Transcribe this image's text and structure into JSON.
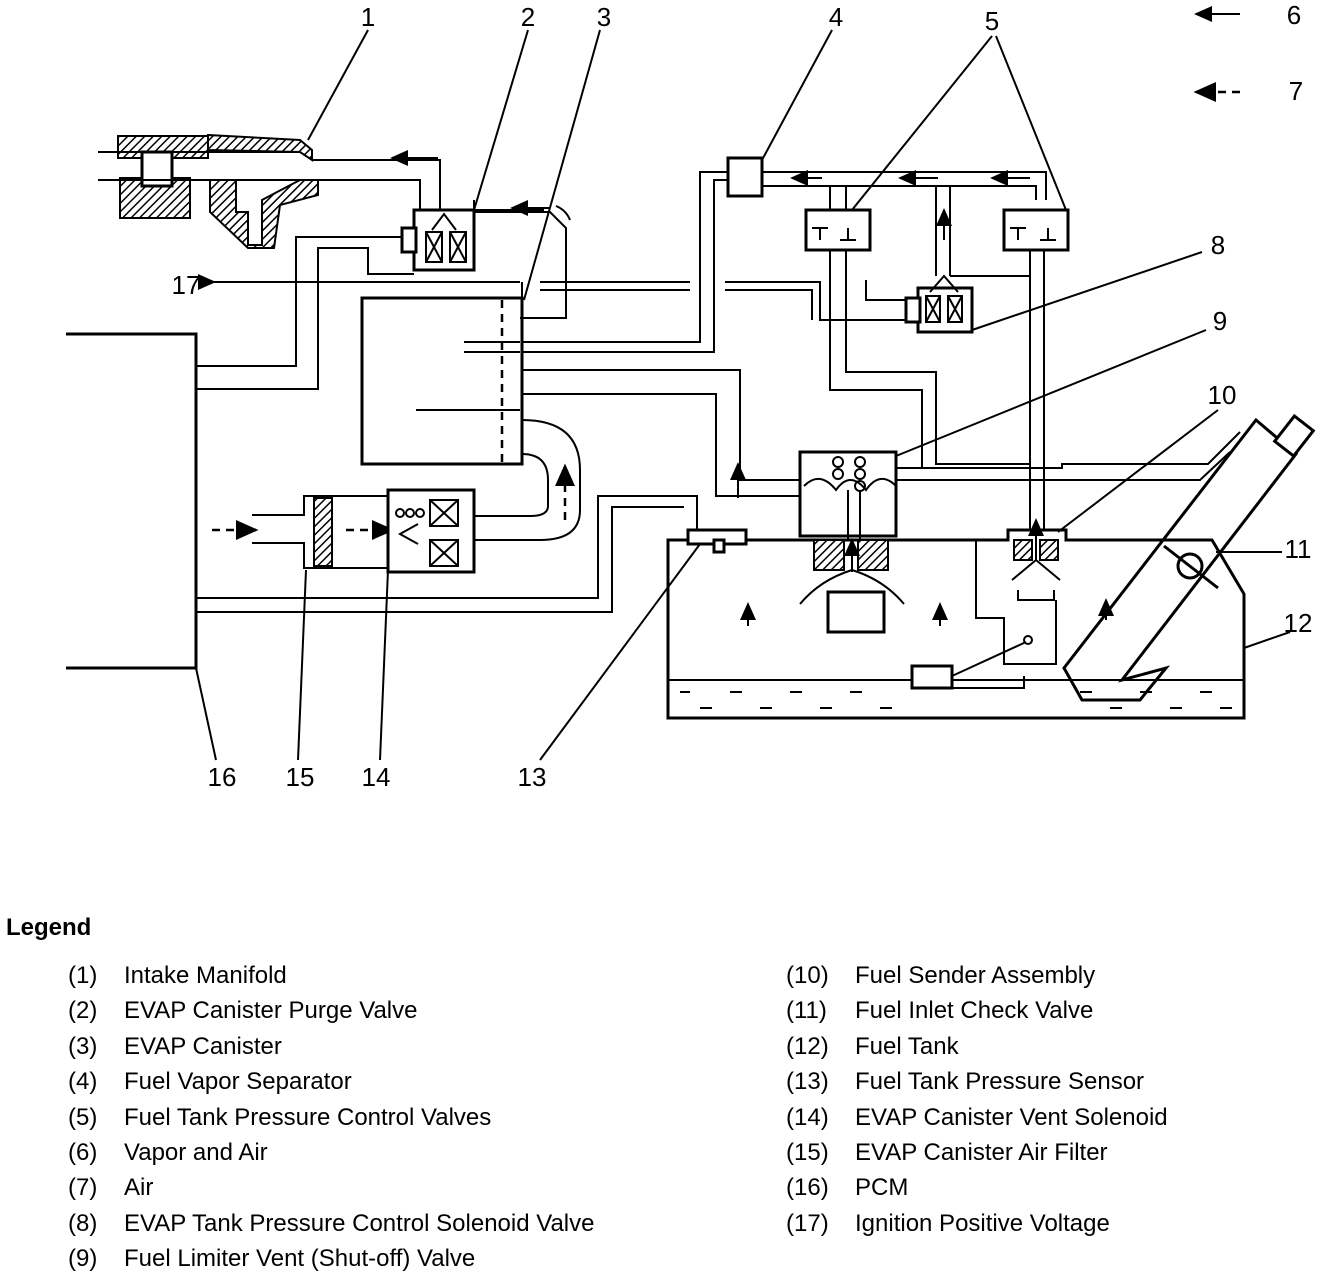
{
  "callouts": {
    "c1": "1",
    "c2": "2",
    "c3": "3",
    "c4": "4",
    "c5": "5",
    "c6": "6",
    "c7": "7",
    "c8": "8",
    "c9": "9",
    "c10": "10",
    "c11": "11",
    "c12": "12",
    "c13": "13",
    "c14": "14",
    "c15": "15",
    "c16": "16",
    "c17": "17"
  },
  "legend": {
    "title": "Legend",
    "left": [
      {
        "num": "(1)",
        "label": "Intake Manifold"
      },
      {
        "num": "(2)",
        "label": "EVAP Canister Purge Valve"
      },
      {
        "num": "(3)",
        "label": "EVAP Canister"
      },
      {
        "num": "(4)",
        "label": "Fuel Vapor Separator"
      },
      {
        "num": "(5)",
        "label": "Fuel Tank Pressure Control Valves"
      },
      {
        "num": "(6)",
        "label": "Vapor and Air"
      },
      {
        "num": "(7)",
        "label": "Air"
      },
      {
        "num": "(8)",
        "label": "EVAP Tank Pressure Control Solenoid Valve"
      },
      {
        "num": "(9)",
        "label": "Fuel Limiter Vent (Shut-off) Valve"
      }
    ],
    "right": [
      {
        "num": "(10)",
        "label": "Fuel Sender Assembly"
      },
      {
        "num": "(11)",
        "label": "Fuel Inlet Check Valve"
      },
      {
        "num": "(12)",
        "label": "Fuel Tank"
      },
      {
        "num": "(13)",
        "label": "Fuel Tank Pressure Sensor"
      },
      {
        "num": "(14)",
        "label": "EVAP Canister Vent Solenoid"
      },
      {
        "num": "(15)",
        "label": "EVAP Canister Air Filter"
      },
      {
        "num": "(16)",
        "label": "PCM"
      },
      {
        "num": "(17)",
        "label": "Ignition Positive Voltage"
      }
    ]
  }
}
